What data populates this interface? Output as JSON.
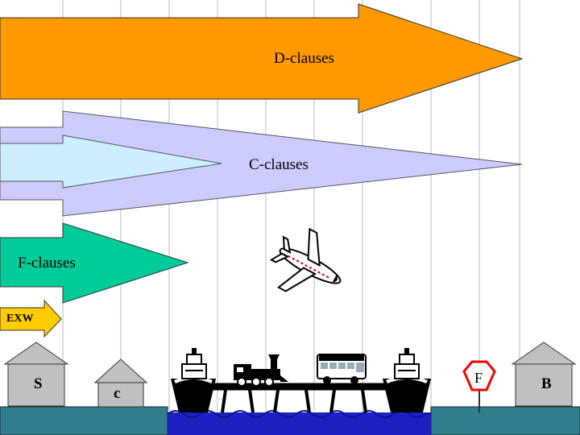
{
  "arrows": {
    "d_clauses": "D-clauses",
    "c_clauses": "C-clauses",
    "f_clauses": "F-clauses",
    "exw": "EXW"
  },
  "places": {
    "seller": "S",
    "carrier": "c",
    "border_sign": "F",
    "buyer": "B"
  },
  "colors": {
    "d_arrow": "#ff9900",
    "c_arrow_outer": "#ccccff",
    "c_arrow_inner": "#cceeff",
    "f_arrow": "#00cc99",
    "exw_arrow": "#ffcc00",
    "house": "#c0c0c0",
    "ground": "#2f7f8f",
    "water": "#2020c0",
    "sign": "#ff0000"
  },
  "icons": [
    "airplane-icon",
    "ship-icon",
    "locomotive-icon",
    "bus-icon",
    "ship-icon",
    "stop-sign-icon"
  ]
}
